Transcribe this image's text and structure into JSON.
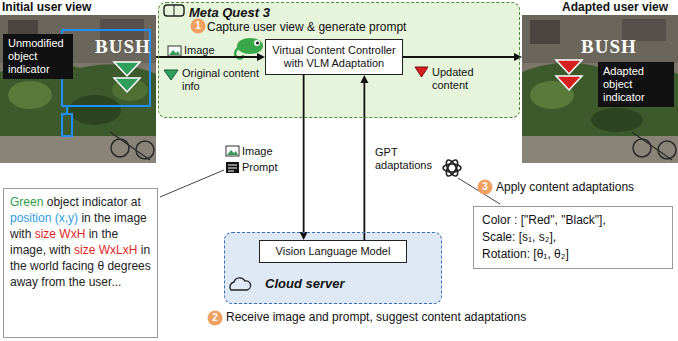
{
  "diagram": {
    "nodes": [
      {
        "text": [
          "Initial user view"
        ]
      },
      {
        "text": [
          "Unmodified object indicator"
        ],
        "in": 0
      },
      {
        "text": [
          "Meta Quest 3",
          "Capture user view & generate prompt"
        ]
      },
      {
        "text": [
          "Virtual Content Controller with VLM Adaptation"
        ],
        "in": 2
      },
      {
        "text": [
          "Adapted user view"
        ]
      },
      {
        "text": [
          "Adapted object indicator"
        ],
        "in": 4
      },
      {
        "text": [
          "Green",
          "object indicator at",
          "position (x,y)",
          "in the image with",
          "size WxH",
          "in the image, with",
          "size WxLxH",
          "in the world facing θ degrees away from the user..."
        ]
      },
      {
        "text": [
          "Cloud server"
        ]
      },
      {
        "text": [
          "Vision Language Model"
        ],
        "in": 7
      },
      {
        "text": [
          "Color : [\"Red\", \"Black\"],",
          "Scale: [s₁, s₂],",
          "Rotation: [θ₁, θ₂]"
        ]
      }
    ],
    "edges": [
      {
        "from": 0,
        "to": 3,
        "arrow": "to"
      },
      {
        "from": 3,
        "to": 4,
        "arrow": "to"
      },
      {
        "from": 3,
        "to": 8,
        "arrow": "to"
      },
      {
        "from": 8,
        "to": 3,
        "arrow": "to"
      }
    ],
    "labels": [
      "BUSH",
      "1",
      "Image",
      "Original content info",
      "Updated content",
      "BUSH",
      "Image",
      "Prompt",
      "GPT adaptations",
      "3",
      "Apply content adaptations",
      "2",
      "Receive image and prompt, suggest content adaptations"
    ]
  }
}
